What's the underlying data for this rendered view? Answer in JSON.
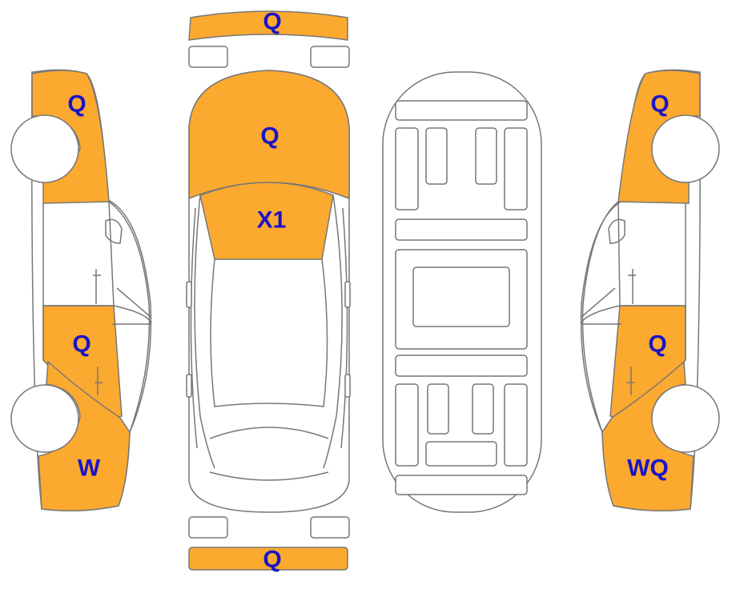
{
  "colors": {
    "damage_fill": "#FCA92F",
    "outline": "#777777",
    "label": "#1A14C8",
    "background": "#FFFFFF"
  },
  "labels": {
    "front_bumper": "Q",
    "hood": "Q",
    "windshield": "X1",
    "rear_bumper": "Q",
    "left_front_fender": "Q",
    "left_rear_door": "Q",
    "left_rear_quarter": "W",
    "right_front_fender": "Q",
    "right_rear_door": "Q",
    "right_rear_quarter": "WQ"
  }
}
